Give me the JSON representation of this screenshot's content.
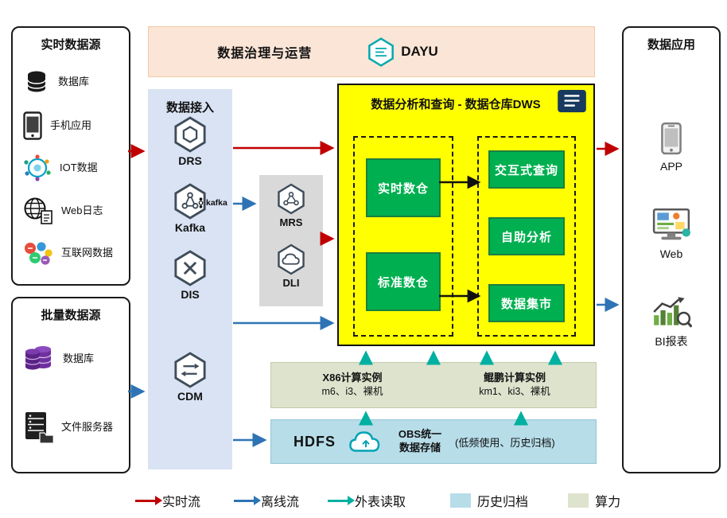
{
  "palette": {
    "realtime_flow": "#c00000",
    "offline_flow": "#2e74b5",
    "external_read": "#00b0a0",
    "history_archive_fill": "#b7dde9",
    "compute_fill": "#dde3cd",
    "dws_fill": "#ffff00",
    "green_box": "#00b050",
    "ingestion_fill": "#d9e3f3",
    "governance_fill": "#fbe5d6",
    "services_fill": "#d9d9d9"
  },
  "governance": {
    "title": "数据治理与运营",
    "logo_text": "DAYU"
  },
  "realtime_sources": {
    "title": "实时数据源",
    "items": [
      {
        "label": "数据库"
      },
      {
        "label": "手机应用"
      },
      {
        "label": "IOT数据"
      },
      {
        "label": "Web日志"
      },
      {
        "label": "互联网数据"
      }
    ]
  },
  "batch_sources": {
    "title": "批量数据源",
    "items": [
      {
        "label": "数据库"
      },
      {
        "label": "文件服务器"
      }
    ]
  },
  "ingestion": {
    "title": "数据接入",
    "services": [
      {
        "label": "DRS"
      },
      {
        "label": "Kafka",
        "word": "kafka"
      },
      {
        "label": "DIS"
      },
      {
        "label": "CDM"
      }
    ]
  },
  "analytics_services": {
    "items": [
      {
        "label": "MRS"
      },
      {
        "label": "DLI"
      }
    ]
  },
  "dws": {
    "title": "数据分析和查询 - 数据仓库DWS",
    "warehouses": [
      {
        "label": "实时数仓"
      },
      {
        "label": "标准数仓"
      }
    ],
    "functions": [
      {
        "label": "交互式查询"
      },
      {
        "label": "自助分析"
      },
      {
        "label": "数据集市"
      }
    ]
  },
  "compute": {
    "groups": [
      {
        "title": "X86计算实例",
        "detail": "m6、i3、裸机"
      },
      {
        "title": "鲲鹏计算实例",
        "detail": "km1、ki3、裸机"
      }
    ]
  },
  "storage": {
    "hdfs": "HDFS",
    "obs": "OBS统一数据存储",
    "note": "(低频使用、历史归档)"
  },
  "applications": {
    "title": "数据应用",
    "items": [
      {
        "label": "APP"
      },
      {
        "label": "Web"
      },
      {
        "label": "BI报表"
      }
    ]
  },
  "legend": {
    "items": [
      {
        "label": "实时流",
        "type": "arrow",
        "color": "#c00000"
      },
      {
        "label": "离线流",
        "type": "arrow",
        "color": "#2e74b5"
      },
      {
        "label": "外表读取",
        "type": "arrow",
        "color": "#00b0a0"
      },
      {
        "label": "历史归档",
        "type": "swatch",
        "color": "#b7dde9"
      },
      {
        "label": "算力",
        "type": "swatch",
        "color": "#dde3cd"
      }
    ]
  }
}
